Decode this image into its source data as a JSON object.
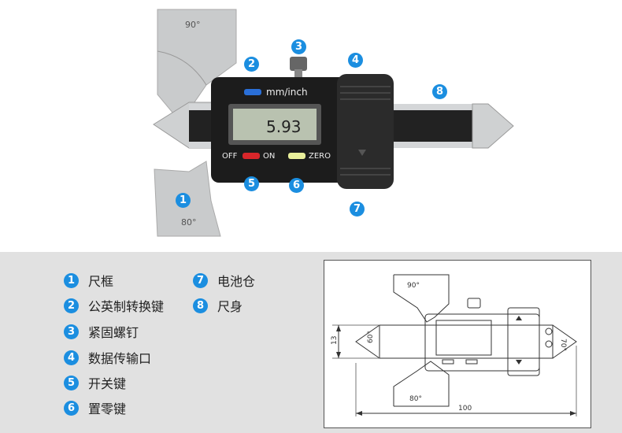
{
  "photo": {
    "angle_top": "90°",
    "angle_bottom": "80°",
    "unit_label": "mm/inch",
    "display_value": "5.93",
    "off_label": "OFF",
    "on_label": "ON",
    "zero_label": "ZERO",
    "callouts": [
      "1",
      "2",
      "3",
      "4",
      "5",
      "6",
      "7",
      "8"
    ]
  },
  "legend": [
    {
      "num": "1",
      "text": "尺框"
    },
    {
      "num": "2",
      "text": "公英制转换键"
    },
    {
      "num": "3",
      "text": "紧固螺钉"
    },
    {
      "num": "4",
      "text": "数据传输口"
    },
    {
      "num": "5",
      "text": "开关键"
    },
    {
      "num": "6",
      "text": "置零键"
    },
    {
      "num": "7",
      "text": "电池仓"
    },
    {
      "num": "8",
      "text": "尺身"
    }
  ],
  "drawing": {
    "angle_top": "90°",
    "angle_bottom": "80°",
    "angle_left": "60°",
    "angle_right": "70°",
    "dim_height": "13",
    "dim_length": "100"
  },
  "colors": {
    "badge": "#1b8ee0",
    "mm_button": "#2a6fd8",
    "on_button": "#d8262a",
    "zero_button": "#e9ef9a",
    "lcd": "#b9c2b0"
  }
}
